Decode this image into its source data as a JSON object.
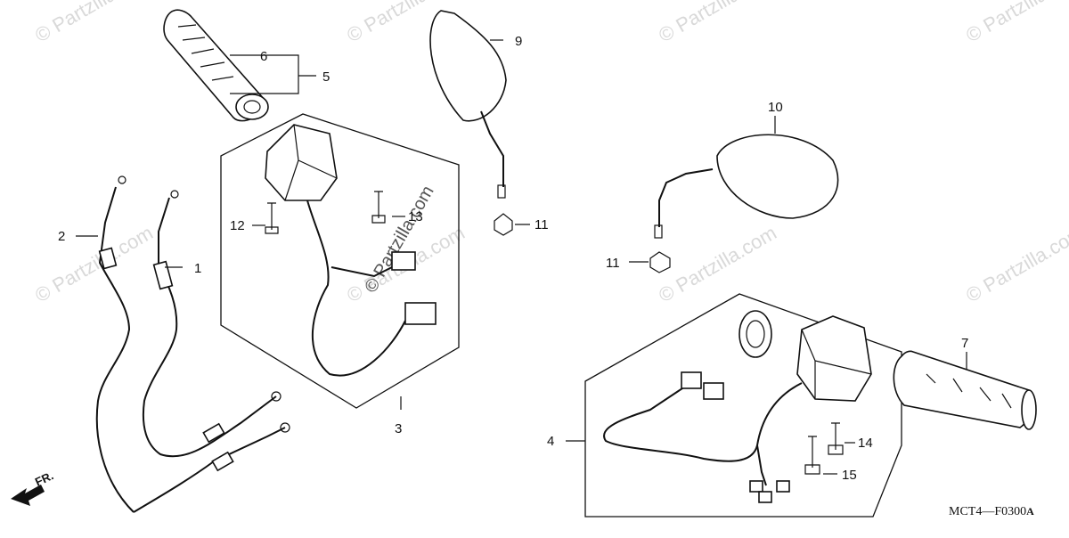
{
  "watermark": "© Partzilla.com",
  "callouts": {
    "c1": "1",
    "c2": "2",
    "c3": "3",
    "c4": "4",
    "c5": "5",
    "c6": "6",
    "c7": "7",
    "c8": "9",
    "c9": "10",
    "c10": "11",
    "c11": "11",
    "c12": "12",
    "c13": "13",
    "c14": "14",
    "c15": "15"
  },
  "direction_label": "FR.",
  "diagram_code": "MCT4—F0300",
  "diagram_code_suffix": "A"
}
